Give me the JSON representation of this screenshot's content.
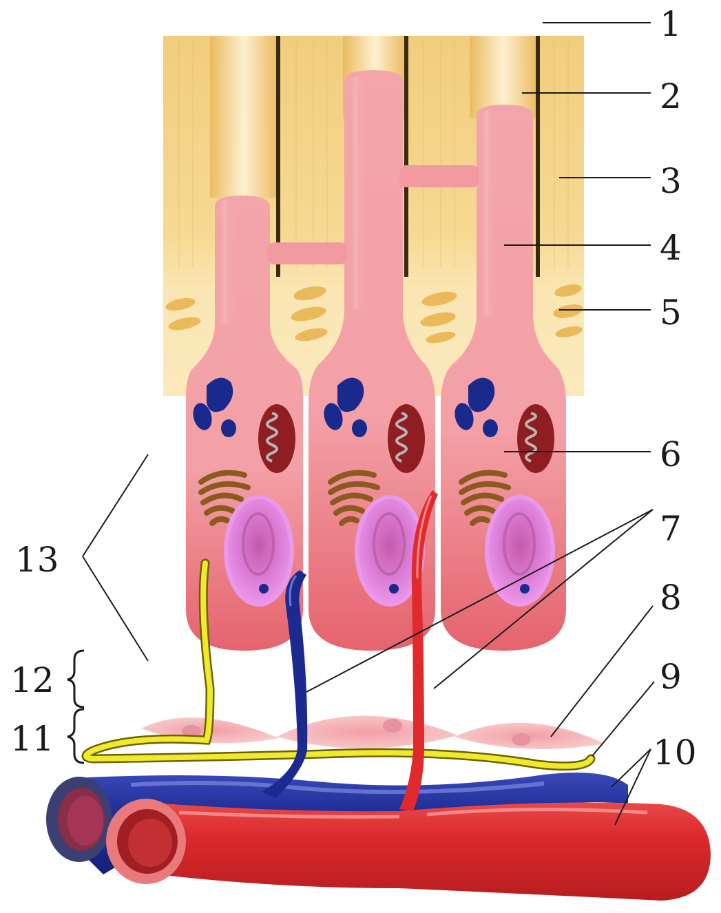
{
  "labels": {
    "l1": "1",
    "l2": "2",
    "l3": "3",
    "l4": "4",
    "l5": "5",
    "l6": "6",
    "l7": "7",
    "l8": "8",
    "l9": "9",
    "l10": "10",
    "l11": "11",
    "l12": "12",
    "l13": "13"
  },
  "colors": {
    "tissue": "#f7d98e",
    "cell_pink": "#f19aa0",
    "cell_deep": "#e8707a",
    "mitochondria": "#8f1e22",
    "vesicles": "#1a2a8c",
    "golgi": "#8a5a1f",
    "nucleus": "#e888e8",
    "artery": "#d8272a",
    "vein": "#1c2a90",
    "nerve": "#f0ea2c",
    "fibroblast": "#f6c2c4",
    "line": "#1a1a1a"
  }
}
